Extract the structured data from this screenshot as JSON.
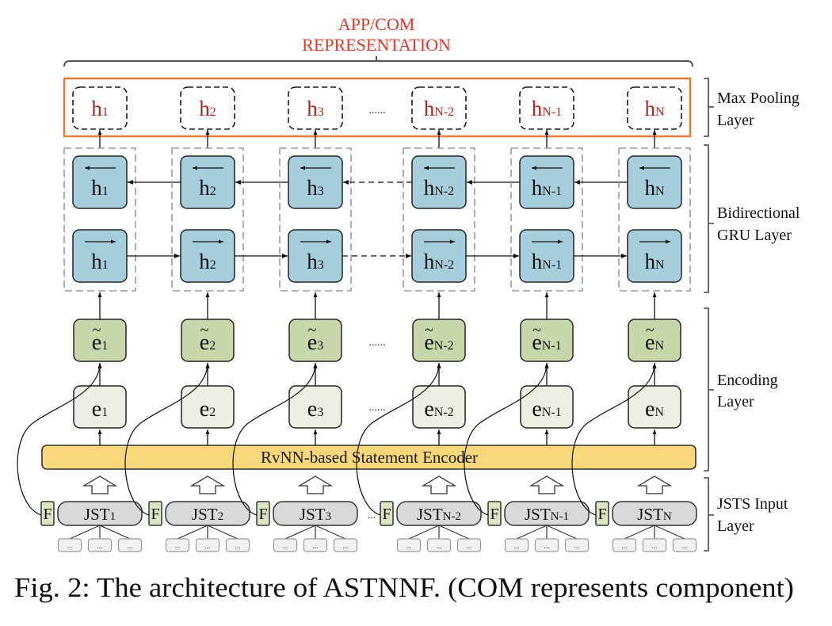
{
  "figure": {
    "title": {
      "line1": "APP/COM",
      "line2": "REPRESENTATION"
    },
    "layer_labels": [
      {
        "line1": "Max Pooling",
        "line2": "Layer"
      },
      {
        "line1": "Bidirectional",
        "line2": "GRU Layer"
      },
      {
        "line1": "Encoding",
        "line2": "Layer"
      },
      {
        "line1": "JSTS Input",
        "line2": "Layer"
      }
    ],
    "encoder_label": "RvNN-based Statement Encoder",
    "subscripts": [
      "1",
      "2",
      "3",
      "N-2",
      "N-1",
      "N"
    ],
    "symbols": {
      "pooled": "h",
      "hidden": "h",
      "encoded_tilde": "e",
      "tilde": "~",
      "encoded": "e",
      "statement": "JST",
      "feature": "F",
      "subnode": "..."
    },
    "ellipsis_wide": "......",
    "ellipsis_short": "...",
    "gap_after_column": 3,
    "colors": {
      "title_red": "#e2392a",
      "pooled_label_red": "#b3261e",
      "pooling_frame_orange": "#e07b39",
      "gru_blue": "#a5cddc",
      "encoded_tilde_green": "#c8d7a9",
      "encoded_light": "#ecf0e2",
      "encoder_yellow": "#f8d87a",
      "statement_gray": "#d9d9d9",
      "feature_green": "#dce6c4",
      "subnode_gray": "#f2f2f2"
    }
  },
  "caption": "Fig. 2: The architecture of ASTNNF. (COM represents component)"
}
